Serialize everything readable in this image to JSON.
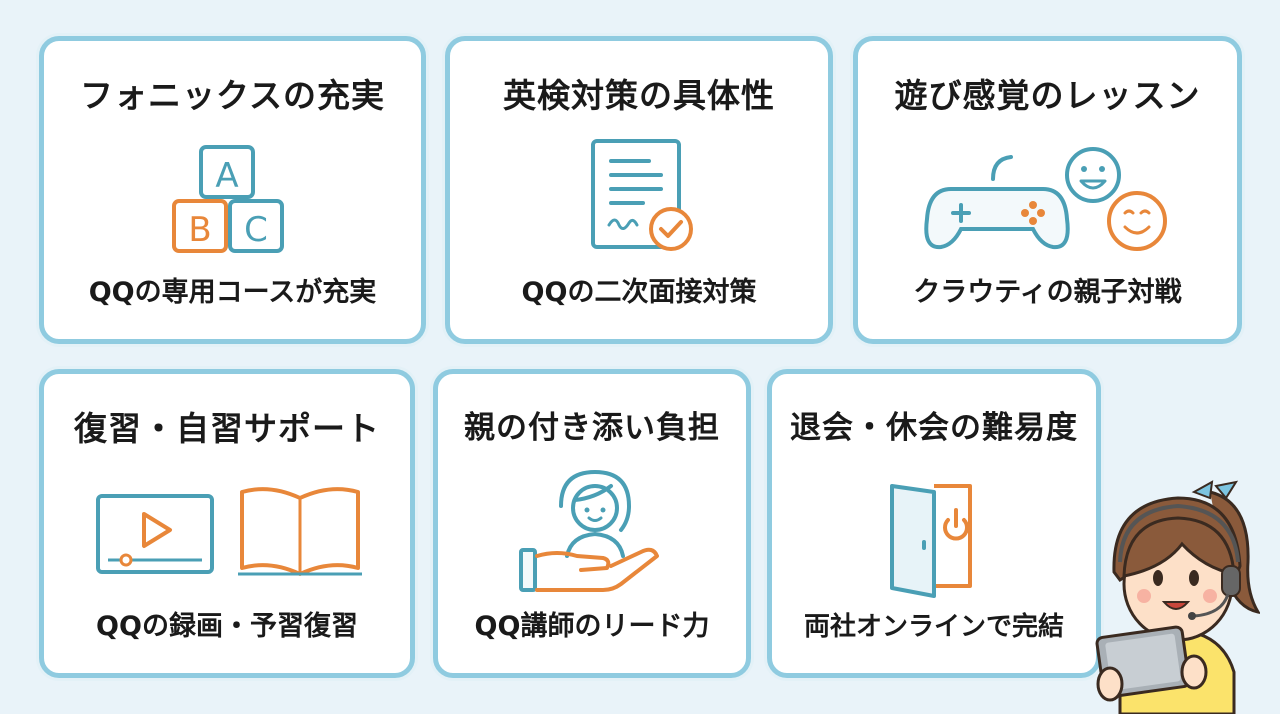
{
  "cards": [
    {
      "title": "フォニックスの充実",
      "caption": "QQの専用コースが充実",
      "icon": "alphabet-blocks-icon"
    },
    {
      "title": "英検対策の具体性",
      "caption": "QQの二次面接対策",
      "icon": "certificate-check-icon"
    },
    {
      "title": "遊び感覚のレッスン",
      "caption": "クラウティの親子対戦",
      "icon": "game-controller-smiley-icon"
    },
    {
      "title": "復習・自習サポート",
      "caption": "QQの録画・予習復習",
      "icon": "video-book-icon"
    },
    {
      "title": "親の付き添い負担",
      "caption": "QQ講師のリード力",
      "icon": "hand-supporting-person-icon"
    },
    {
      "title": "退会・休会の難易度",
      "caption": "両社オンラインで完結",
      "icon": "exit-door-power-icon"
    }
  ],
  "icon_letters": [
    "A",
    "B",
    "C"
  ],
  "colors": {
    "teal": "#4a9fb5",
    "orange": "#e8873a",
    "border": "#8fcbe0",
    "background": "#e9f3f9"
  }
}
